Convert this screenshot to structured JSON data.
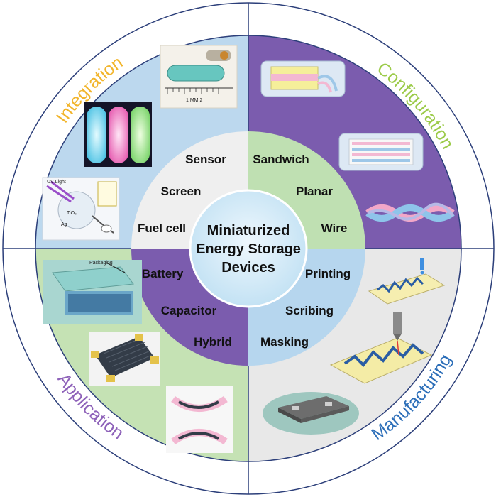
{
  "colors": {
    "integration_bg": "#bcd8ee",
    "configuration_bg": "#7b5cae",
    "manufacturing_bg": "#e8e8e8",
    "application_bg": "#c5e2b4",
    "inner_integration": "#efefef",
    "inner_configuration": "#bfe0b2",
    "inner_manufacturing": "#b6d6ee",
    "inner_application": "#7b5cae",
    "integration_text": "#f2b52c",
    "configuration_text": "#9ccb4a",
    "manufacturing_text": "#2d6fb9",
    "application_text": "#8e62b9"
  },
  "quadrants": {
    "integration": "Integration",
    "configuration": "Configuration",
    "manufacturing": "Manufacturing",
    "application": "Application"
  },
  "center": {
    "line1": "Miniaturized",
    "line2": "Energy Storage",
    "line3": "Devices"
  },
  "items": {
    "integration": [
      "Sensor",
      "Screen",
      "Fuel cell"
    ],
    "configuration": [
      "Sandwich",
      "Planar",
      "Wire"
    ],
    "manufacturing": [
      "Printing",
      "Scribing",
      "Masking"
    ],
    "application": [
      "Battery",
      "Capacitor",
      "Hybrid"
    ]
  },
  "image_labels": {
    "packaging": "Packaging",
    "ruler_mark": "1 MM 2",
    "uv_light": "UV Light",
    "tio2": "TiO₂",
    "ag": "Ag"
  },
  "icons": [
    "battery-on-ruler-image",
    "glowing-tubes-image",
    "photo-sensor-image",
    "sandwich-device-icon",
    "planar-device-icon",
    "twisted-wire-icon",
    "printing-nozzle-icon",
    "laser-scribing-icon",
    "masking-device-icon",
    "packaged-battery-image",
    "interdigitated-capacitor-image",
    "flexible-hybrid-image"
  ]
}
